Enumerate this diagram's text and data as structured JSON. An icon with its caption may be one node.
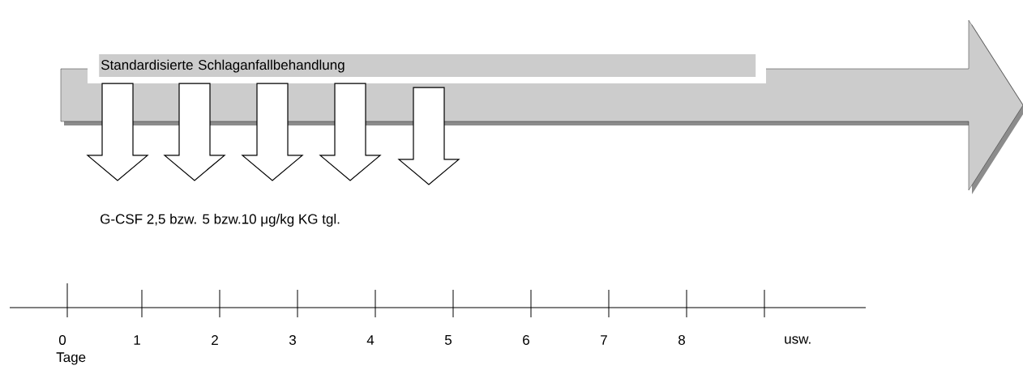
{
  "diagram": {
    "nodes": [
      {
        "text": [
          "Standardisierte Schlaganfallbehandlung"
        ]
      },
      {
        "text": [
          "G-CSF 2,5 bzw. 5 bzw.10 μg/kg KG tgl."
        ]
      }
    ],
    "edges": [
      {
        "from": 0,
        "to": 1,
        "arrow": "to"
      },
      {
        "from": 0,
        "to": 1,
        "arrow": "to"
      },
      {
        "from": 0,
        "to": 1,
        "arrow": "to"
      },
      {
        "from": 0,
        "to": 1,
        "arrow": "to"
      },
      {
        "from": 0,
        "to": 1,
        "arrow": "to"
      }
    ],
    "labels": [
      "0",
      "1",
      "2",
      "3",
      "4",
      "5",
      "6",
      "7",
      "8",
      "usw.",
      "Tage"
    ]
  }
}
